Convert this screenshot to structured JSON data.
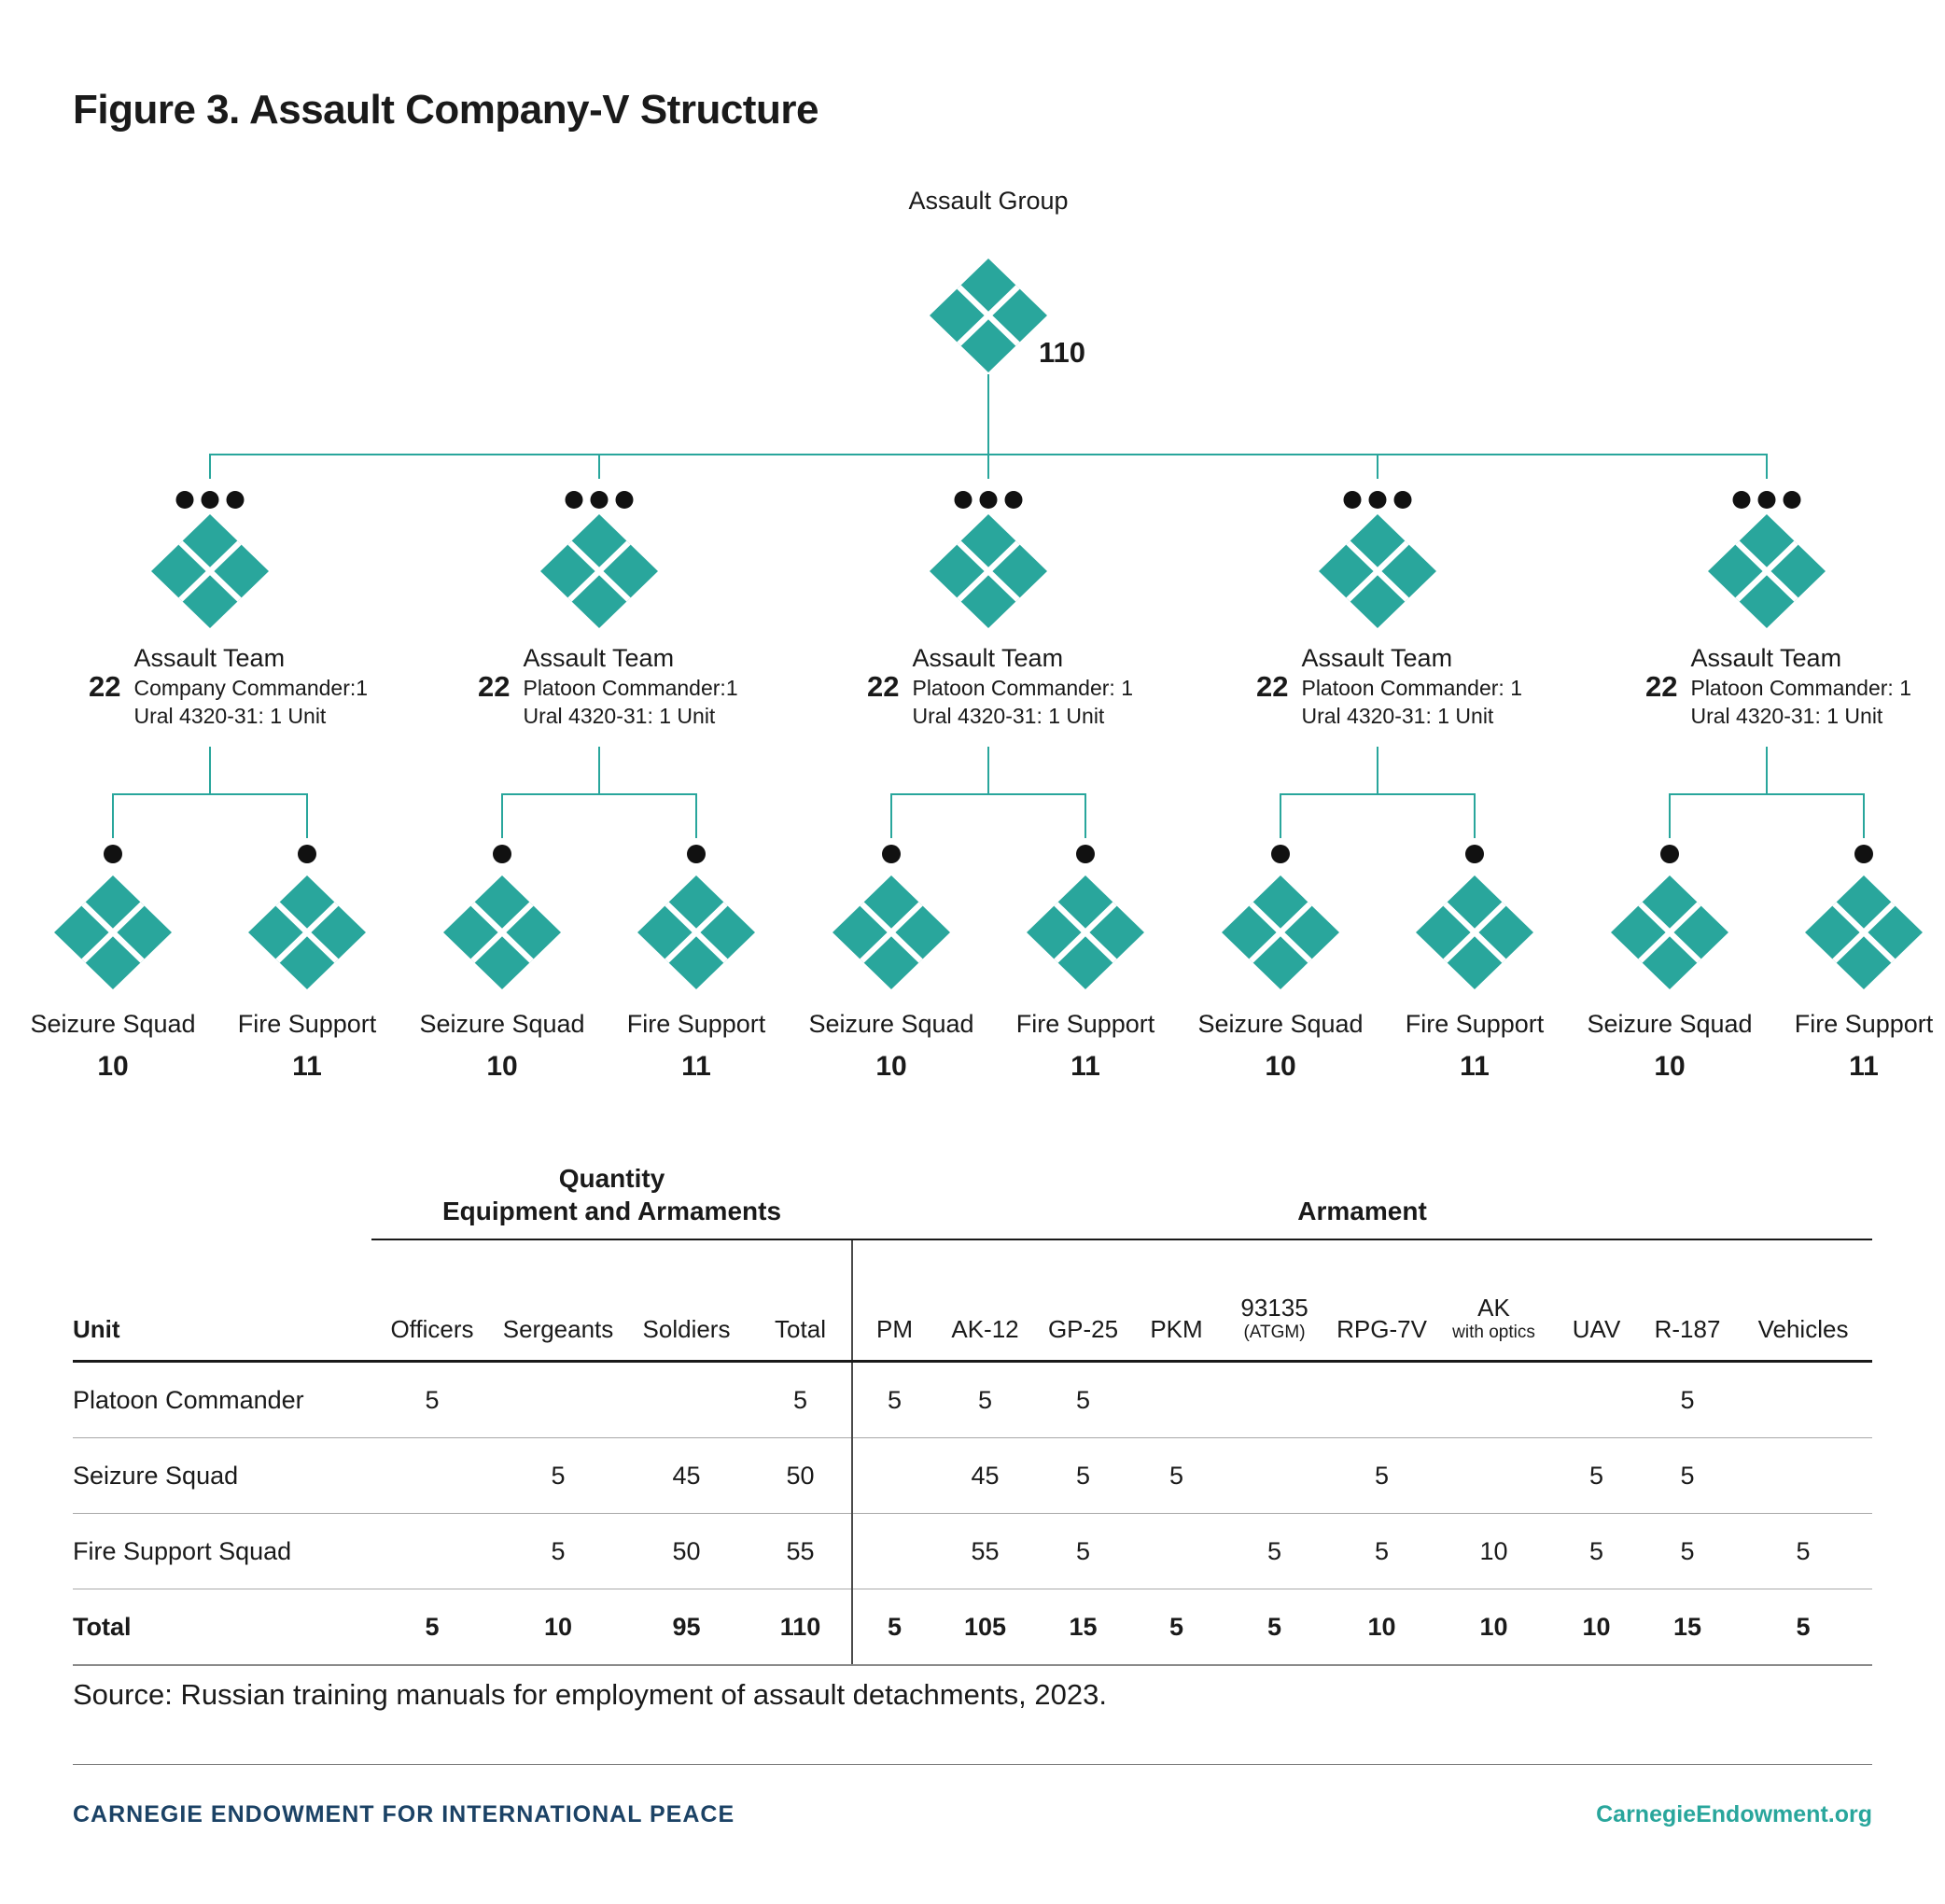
{
  "title": "Figure 3. Assault Company-V Structure",
  "colors": {
    "teal": "#29a69c",
    "navy": "#1b4265",
    "text": "#1a1a1a"
  },
  "tree": {
    "root": {
      "label": "Assault Group",
      "count": "110"
    },
    "teams": [
      {
        "count": "22",
        "name": "Assault Team",
        "line2": "Company Commander:1",
        "line3": "Ural 4320-31: 1 Unit",
        "children": [
          {
            "label": "Seizure Squad",
            "count": "10"
          },
          {
            "label": "Fire Support",
            "count": "11"
          }
        ]
      },
      {
        "count": "22",
        "name": "Assault Team",
        "line2": "Platoon Commander:1",
        "line3": "Ural 4320-31: 1 Unit",
        "children": [
          {
            "label": "Seizure Squad",
            "count": "10"
          },
          {
            "label": "Fire Support",
            "count": "11"
          }
        ]
      },
      {
        "count": "22",
        "name": "Assault Team",
        "line2": "Platoon Commander: 1",
        "line3": "Ural 4320-31: 1 Unit",
        "children": [
          {
            "label": "Seizure Squad",
            "count": "10"
          },
          {
            "label": "Fire Support",
            "count": "11"
          }
        ]
      },
      {
        "count": "22",
        "name": "Assault Team",
        "line2": "Platoon Commander: 1",
        "line3": "Ural 4320-31: 1 Unit",
        "children": [
          {
            "label": "Seizure Squad",
            "count": "10"
          },
          {
            "label": "Fire Support",
            "count": "11"
          }
        ]
      },
      {
        "count": "22",
        "name": "Assault Team",
        "line2": "Platoon Commander: 1",
        "line3": "Ural 4320-31: 1 Unit",
        "children": [
          {
            "label": "Seizure Squad",
            "count": "10"
          },
          {
            "label": "Fire Support",
            "count": "11"
          }
        ]
      }
    ]
  },
  "table": {
    "quantity_header_line1": "Quantity",
    "quantity_header_line2": "Equipment and Armaments",
    "armament_header": "Armament",
    "columns": [
      {
        "label": "Unit"
      },
      {
        "label": "Officers"
      },
      {
        "label": "Sergeants"
      },
      {
        "label": "Soldiers"
      },
      {
        "label": "Total"
      },
      {
        "label": "PM"
      },
      {
        "label": "AK-12"
      },
      {
        "label": "GP-25"
      },
      {
        "label": "PKM"
      },
      {
        "label": "93135",
        "sub": "(ATGM)"
      },
      {
        "label": "RPG-7V"
      },
      {
        "label": "AK",
        "sub": "with optics"
      },
      {
        "label": "UAV"
      },
      {
        "label": "R-187"
      },
      {
        "label": "Vehicles"
      }
    ],
    "rows": [
      {
        "unit": "Platoon Commander",
        "values": [
          "5",
          "",
          "",
          "5",
          "5",
          "5",
          "5",
          "",
          "",
          "",
          "",
          "",
          "5",
          ""
        ]
      },
      {
        "unit": "Seizure Squad",
        "values": [
          "",
          "5",
          "45",
          "50",
          "",
          "45",
          "5",
          "5",
          "",
          "5",
          "",
          "5",
          "5",
          ""
        ]
      },
      {
        "unit": "Fire Support Squad",
        "values": [
          "",
          "5",
          "50",
          "55",
          "",
          "55",
          "5",
          "",
          "5",
          "5",
          "10",
          "5",
          "5",
          "5"
        ]
      },
      {
        "unit": "Total",
        "values": [
          "5",
          "10",
          "95",
          "110",
          "5",
          "105",
          "15",
          "5",
          "5",
          "10",
          "10",
          "10",
          "15",
          "5"
        ]
      }
    ]
  },
  "source": "Source: Russian training manuals for employment of assault detachments, 2023.",
  "footer": {
    "left": "CARNEGIE ENDOWMENT FOR INTERNATIONAL PEACE",
    "right": "CarnegieEndowment.org"
  }
}
